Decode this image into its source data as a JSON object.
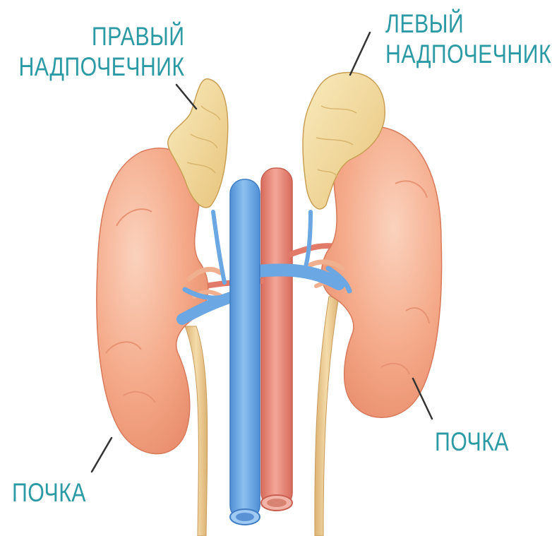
{
  "labels": {
    "right_adrenal": [
      "ПРАВЫЙ",
      "НАДПОЧЕЧНИК"
    ],
    "left_adrenal": [
      "ЛЕВЫЙ",
      "НАДПОЧЕЧНИК"
    ],
    "left_kidney": "ПОЧКА",
    "right_kidney": "ПОЧКА"
  },
  "colors": {
    "label_text": "#2b9aa5",
    "kidney": "#f4a887",
    "adrenal": "#f1d89a",
    "vena_cava": "#6aa7e3",
    "aorta": "#ea8877",
    "ureter": "#e9c98f",
    "leader_line": "#333333"
  }
}
